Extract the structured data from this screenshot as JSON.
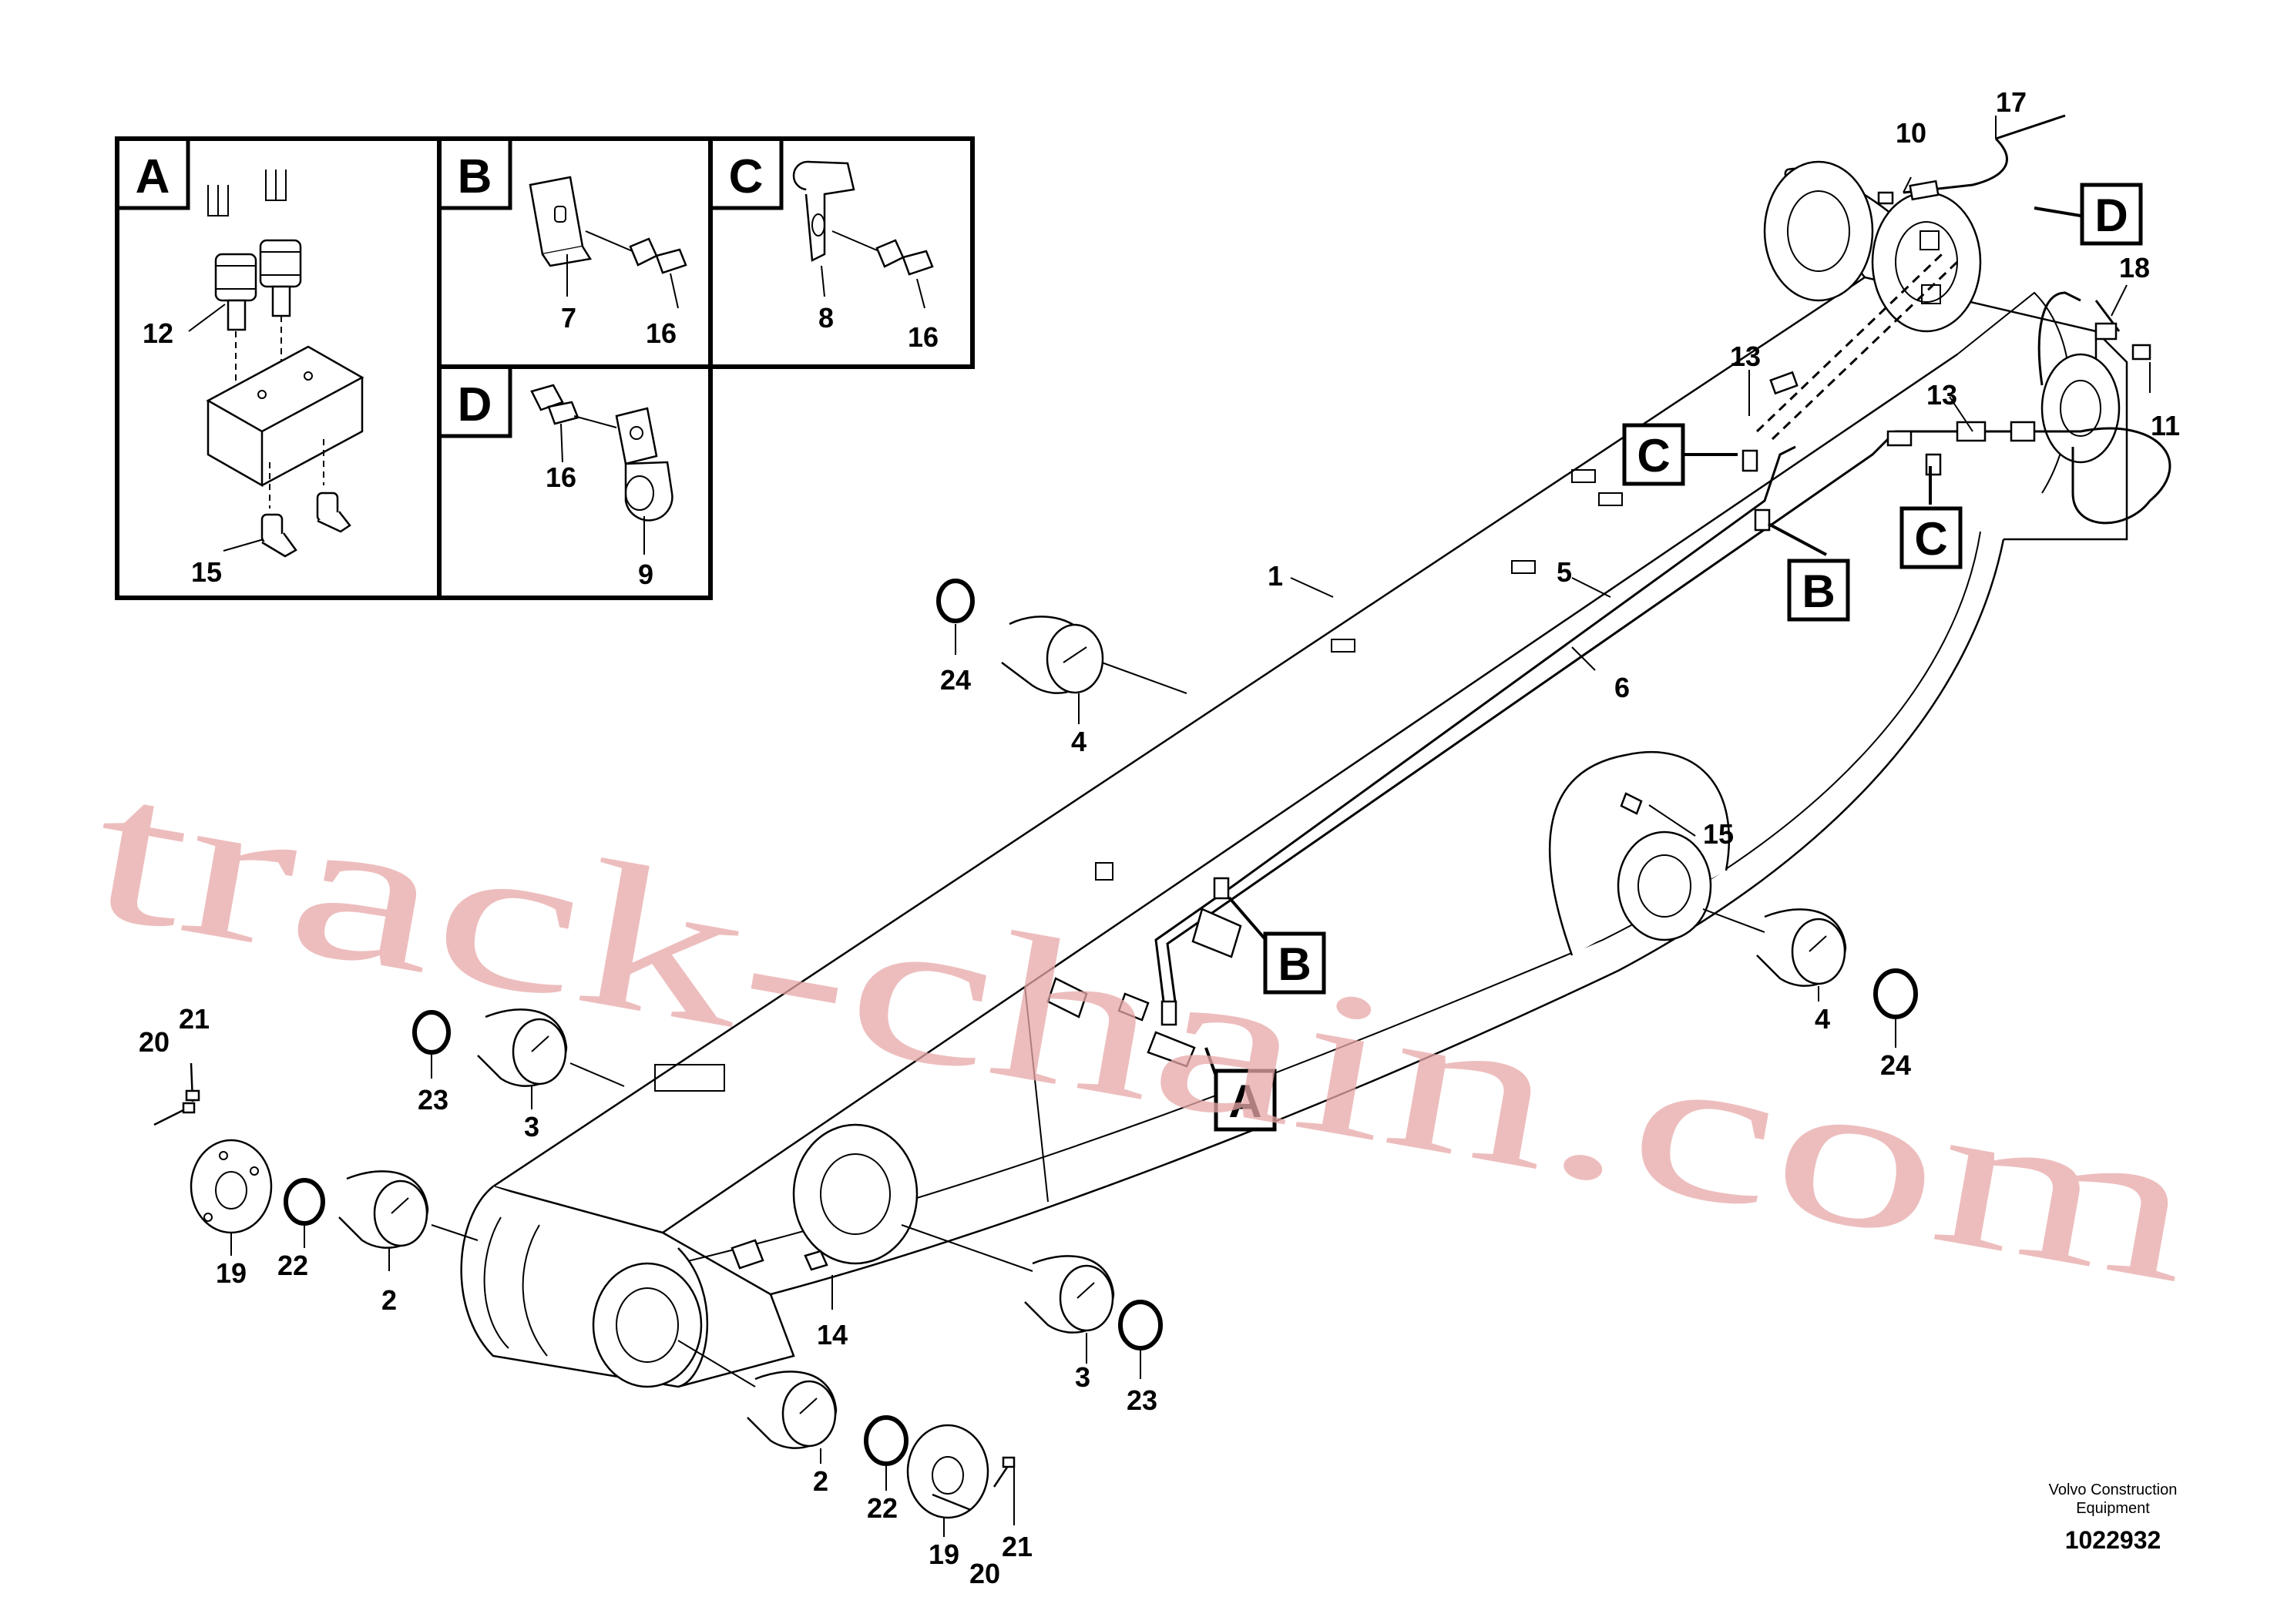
{
  "inset_panels": [
    {
      "letter": "A",
      "labels": [
        "12",
        "15"
      ]
    },
    {
      "letter": "B",
      "labels": [
        "7",
        "16"
      ]
    },
    {
      "letter": "C",
      "labels": [
        "8",
        "16"
      ]
    },
    {
      "letter": "D",
      "labels": [
        "16",
        "9"
      ]
    }
  ],
  "callouts": [
    "1",
    "2",
    "2",
    "3",
    "3",
    "4",
    "4",
    "5",
    "6",
    "10",
    "11",
    "13",
    "13",
    "14",
    "15",
    "17",
    "18",
    "19",
    "19",
    "20",
    "20",
    "21",
    "21",
    "22",
    "22",
    "23",
    "23",
    "24",
    "24"
  ],
  "reference_boxes": [
    "A",
    "B",
    "B",
    "C",
    "C",
    "D"
  ],
  "credit": {
    "line1": "Volvo Construction",
    "line2": "Equipment"
  },
  "document_number": "1022932",
  "watermark": "track-chain.com",
  "colors": {
    "watermark": "#e8a8a8",
    "ink": "#000000"
  }
}
